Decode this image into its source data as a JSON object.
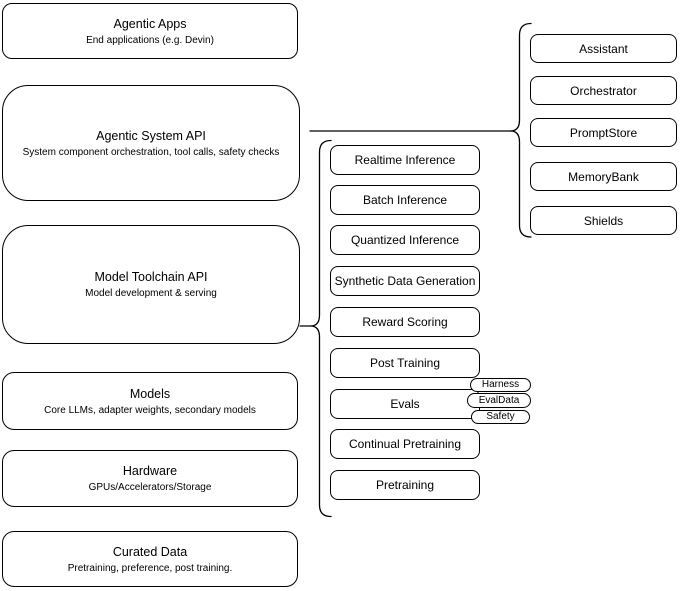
{
  "colors": {
    "stroke": "#000000",
    "background": "#ffffff",
    "text": "#000000"
  },
  "left_column": {
    "boxes": [
      {
        "title": "Agentic Apps",
        "subtitle": "End applications (e.g. Devin)"
      },
      {
        "title": "Agentic System API",
        "subtitle": "System component orchestration, tool calls, safety checks"
      },
      {
        "title": "Model Toolchain API",
        "subtitle": "Model development & serving"
      },
      {
        "title": "Models",
        "subtitle": "Core LLMs, adapter weights, secondary models"
      },
      {
        "title": "Hardware",
        "subtitle": "GPUs/Accelerators/Storage"
      },
      {
        "title": "Curated Data",
        "subtitle": "Pretraining, preference, post training."
      }
    ]
  },
  "middle_column": {
    "boxes": [
      "Realtime Inference",
      "Batch Inference",
      "Quantized Inference",
      "Synthetic Data Generation",
      "Reward Scoring",
      "Post Training",
      "Evals",
      "Continual Pretraining",
      "Pretraining"
    ],
    "evals_tags": [
      "Harness",
      "EvalData",
      "Safety"
    ]
  },
  "right_column": {
    "boxes": [
      "Assistant",
      "Orchestrator",
      "PromptStore",
      "MemoryBank",
      "Shields"
    ]
  }
}
